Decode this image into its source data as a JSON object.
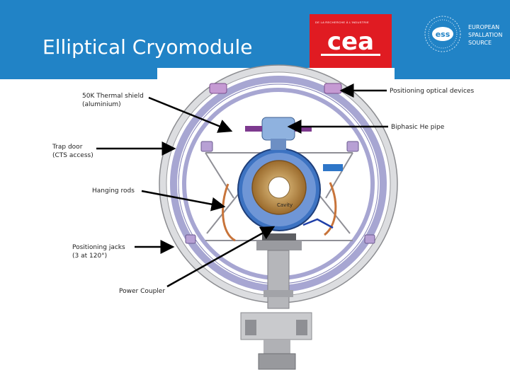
{
  "slide": {
    "title": "Elliptical Cryomodule"
  },
  "logos": {
    "cea": {
      "text": "cea",
      "subtitle": "DE LA RECHERCHE À L'INDUSTRIE"
    },
    "ess": {
      "text": "ess",
      "lines": [
        "EUROPEAN",
        "SPALLATION",
        "SOURCE"
      ]
    }
  },
  "labels": {
    "thermal_shield": [
      "50K Thermal shield",
      "(aluminium)"
    ],
    "trap_door": [
      "Trap door",
      "(CTS access)"
    ],
    "hanging_rods": "Hanging rods",
    "positioning_jacks": [
      "Positioning jacks",
      "(3 at 120°)"
    ],
    "power_coupler": "Power Coupler",
    "positioning_optical": "Positioning optical devices",
    "biphasic": "Biphasic He pipe",
    "cavity": "Cavity"
  },
  "colors": {
    "header": "#2183c6",
    "cea_red": "#e01b22",
    "frame_purple": "#9a99c9",
    "cavity_bronze": "#b88a4a"
  }
}
